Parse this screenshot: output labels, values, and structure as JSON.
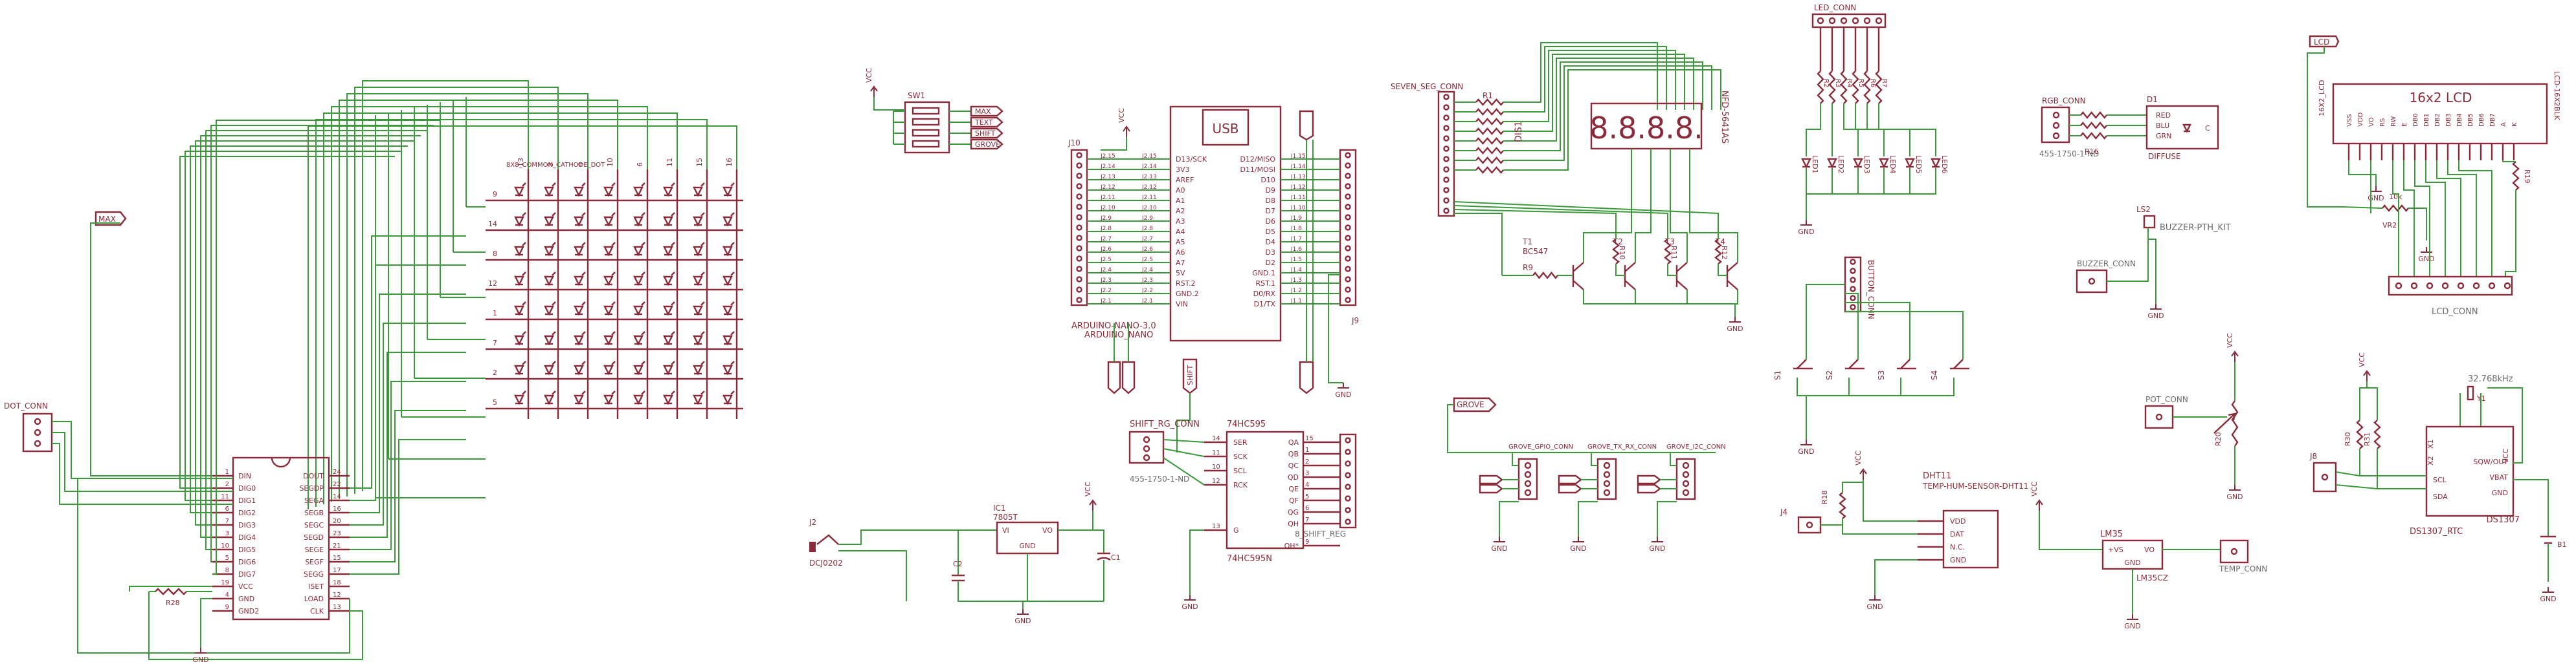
{
  "colors": {
    "part": "#8a2b3a",
    "wire": "#3a9a3a",
    "text_gray": "#6b6b6b"
  },
  "matrix": {
    "label": "8X8_COMMON_CATHODE_DOT",
    "col_numbers": [
      "13",
      "3",
      "4",
      "10",
      "6",
      "11",
      "15",
      "16"
    ],
    "row_numbers": [
      "9",
      "14",
      "8",
      "12",
      "1",
      "7",
      "2",
      "5"
    ]
  },
  "max_ic": {
    "net_label": "MAX",
    "left_pins": [
      {
        "name": "DIN",
        "num": "1"
      },
      {
        "name": "DIG0",
        "num": "2"
      },
      {
        "name": "DIG1",
        "num": "11"
      },
      {
        "name": "DIG2",
        "num": "6"
      },
      {
        "name": "DIG3",
        "num": "7"
      },
      {
        "name": "DIG4",
        "num": "3"
      },
      {
        "name": "DIG5",
        "num": "10"
      },
      {
        "name": "DIG6",
        "num": "5"
      },
      {
        "name": "DIG7",
        "num": "8"
      },
      {
        "name": "VCC",
        "num": "19"
      },
      {
        "name": "GND",
        "num": "4"
      },
      {
        "name": "GND2",
        "num": "9"
      }
    ],
    "right_pins": [
      {
        "name": "DOUT",
        "num": "24"
      },
      {
        "name": "SEGDP",
        "num": "22"
      },
      {
        "name": "SEGA",
        "num": "14"
      },
      {
        "name": "SEGB",
        "num": "16"
      },
      {
        "name": "SEGC",
        "num": "20"
      },
      {
        "name": "SEGD",
        "num": "23"
      },
      {
        "name": "SEGE",
        "num": "21"
      },
      {
        "name": "SEGF",
        "num": "15"
      },
      {
        "name": "SEGG",
        "num": "17"
      },
      {
        "name": "ISET",
        "num": "18"
      },
      {
        "name": "LOAD",
        "num": "12"
      },
      {
        "name": "CLK",
        "num": "13"
      }
    ],
    "resistor": "R28",
    "gnd": "GND"
  },
  "dot_conn": {
    "label": "DOT_CONN"
  },
  "switch_block": {
    "vcc": "VCC",
    "name": "SW1",
    "labels": [
      "MAX",
      "TEXT",
      "SHIFT",
      "GROVE"
    ]
  },
  "nano": {
    "header_left": "J10",
    "header_right": "J9",
    "usb": "USB",
    "left_pins": [
      "D13/SCK",
      "3V3",
      "AREF",
      "A0",
      "A1",
      "A2",
      "A3",
      "A4",
      "A5",
      "A6",
      "A7",
      "5V",
      "RST.2",
      "GND.2",
      "VIN"
    ],
    "right_pins": [
      "D12/MISO",
      "D11/MOSI",
      "D10",
      "D9",
      "D8",
      "D7",
      "D6",
      "D5",
      "D4",
      "D3",
      "D2",
      "GND.1",
      "RST.1",
      "D0/RX",
      "D1/TX"
    ],
    "left_nums": [
      "J2.15",
      "J2.14",
      "J2.13",
      "J2.12",
      "J2.11",
      "J2.10",
      "J2.9",
      "J2.8",
      "J2.7",
      "J2.6",
      "J2.5",
      "J2.4",
      "J2.3",
      "J2.2",
      "J2.1"
    ],
    "right_nums": [
      "J1.15",
      "J1.14",
      "J1.13",
      "J1.12",
      "J1.11",
      "J1.10",
      "J1.9",
      "J1.8",
      "J1.7",
      "J1.6",
      "J1.5",
      "J1.4",
      "J1.3",
      "J1.2",
      "J1.1"
    ],
    "title1": "ARDUINO-NANO-3.0",
    "title2": "ARDUINO_NANO",
    "vcc": "VCC",
    "gnd": "GND"
  },
  "seven_seg": {
    "conn": "SEVEN_SEG_CONN",
    "r_label": "R1",
    "disp": "DIS1",
    "part": "NFD-5641AS",
    "digits": "8.8.8.8.",
    "transistor": "T1",
    "transistor_part": "BC547",
    "r9": "R9",
    "t_labels": [
      "T2",
      "T3",
      "T4"
    ],
    "r_labels": [
      "R10",
      "R11",
      "R12"
    ],
    "gnd": "GND"
  },
  "shift": {
    "label": "SHIFT",
    "conn": "SHIFT_RG_CONN",
    "conn_part": "455-1750-1-ND",
    "ic": "74HC595",
    "ic_part": "74HC595N",
    "left_pins": [
      {
        "name": "SER",
        "num": "14"
      },
      {
        "name": "SCK",
        "num": "11"
      },
      {
        "name": "SCL",
        "num": "10"
      },
      {
        "name": "RCK",
        "num": "12"
      },
      {
        "name": "G",
        "num": "13"
      }
    ],
    "right_pins": [
      "QA",
      "QB",
      "QC",
      "QD",
      "QE",
      "QF",
      "QG",
      "QH",
      "QH*"
    ],
    "right_nums": [
      "15",
      "1",
      "2",
      "3",
      "4",
      "5",
      "6",
      "7",
      "9"
    ],
    "out_conn": "8_SHIFT_REG",
    "vcc": "VCC",
    "gnd": "GND"
  },
  "power": {
    "j2": "J2",
    "jack": "DCJ0202",
    "ic1": "IC1",
    "reg": "7805T",
    "vi": "VI",
    "vo": "VO",
    "gnd_pin": "GND",
    "c2": "C2",
    "c1": "C1",
    "vcc": "VCC",
    "gnd": "GND"
  },
  "grove": {
    "label": "GROVE",
    "conns": [
      "GROVE_GPIO_CONN",
      "GROVE_TX_RX_CONN",
      "GROVE_I2C_CONN"
    ],
    "gnd": "GND"
  },
  "leds": {
    "conn": "LED_CONN",
    "r_labels": [
      "R2",
      "R3",
      "R4",
      "R5",
      "R6",
      "R7"
    ],
    "led_labels": [
      "LED1",
      "LED2",
      "LED3",
      "LED4",
      "LED5",
      "LED6"
    ],
    "gnd": "GND"
  },
  "buttons": {
    "conn": "BUTTON_CONN",
    "labels": [
      "S1",
      "S2",
      "S3",
      "S4"
    ],
    "gnd": "GND"
  },
  "dht": {
    "vcc": "VCC",
    "name": "DHT11",
    "part": "TEMP-HUM-SENSOR-DHT11",
    "pins": [
      "VDD",
      "DAT",
      "N.C.",
      "GND"
    ],
    "r": "R18",
    "j": "J4",
    "gnd": "GND"
  },
  "rgb": {
    "conn": "RGB_CONN",
    "conn_part": "455-1750-1-ND",
    "d": "D1",
    "pins": [
      "RED",
      "BLU",
      "GRN"
    ],
    "c": "C",
    "part": "DIFFUSE",
    "r": "R16"
  },
  "buzzer": {
    "ls": "LS2",
    "part": "BUZZER-PTH_KIT",
    "conn": "BUZZER_CONN",
    "gnd": "GND"
  },
  "lm35": {
    "vcc": "VCC",
    "name": "LM35",
    "part": "LM35CZ",
    "pins": [
      "+VS",
      "VO",
      "GND"
    ],
    "conn": "TEMP_CONN",
    "gnd": "GND"
  },
  "pot": {
    "vcc": "VCC",
    "conn": "POT_CONN",
    "r": "R20",
    "gnd": "GND"
  },
  "lcd": {
    "net": "LCD",
    "title": "16x2 LCD",
    "side_left": "16X2_LCD",
    "side_right": "LCD-16X2BLK",
    "pins": [
      "VSS",
      "VDD",
      "VO",
      "RS",
      "RW",
      "E",
      "DB0",
      "DB1",
      "DB2",
      "DB3",
      "DB4",
      "DB5",
      "DB6",
      "DB7",
      "A",
      "K"
    ],
    "vr": "VR2",
    "vr_val": "10k",
    "r": "R19",
    "conn": "LCD_CONN",
    "gnd": "GND"
  },
  "rtc": {
    "vcc": "VCC",
    "crystal": "32.768kHz",
    "y": "Y1",
    "j": "J8",
    "r1": "R30",
    "r2": "R31",
    "pins_left": [
      "X1",
      "X2",
      "SCL",
      "SDA"
    ],
    "pins_right": [
      "VCC",
      "SQW/OUT",
      "VBAT",
      "GND"
    ],
    "name": "DS1307",
    "part": "DS1307_RTC",
    "b": "B1",
    "gnd": "GND"
  }
}
